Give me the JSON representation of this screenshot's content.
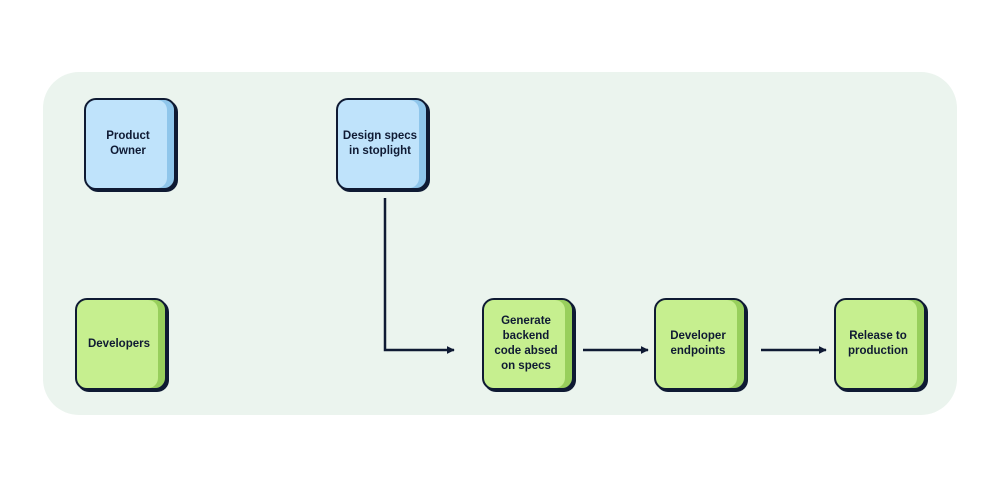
{
  "colors": {
    "panel": "#ebf4ee",
    "blue_node": "#bfe3fb",
    "green_node": "#c6ef8f",
    "stroke": "#0f1a33"
  },
  "nodes": {
    "product_owner": "Product Owner",
    "design_specs": "Design specs in stoplight",
    "developers": "Developers",
    "generate_backend": "Generate backend code absed on specs",
    "developer_endpoints": "Developer endpoints",
    "release": "Release to production"
  }
}
